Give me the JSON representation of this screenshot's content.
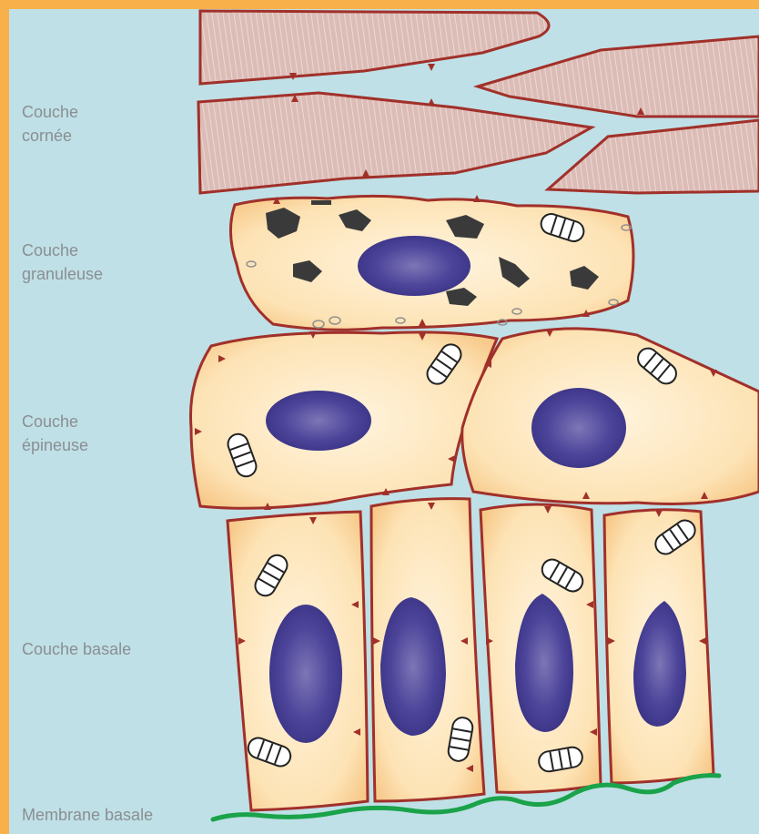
{
  "labels": {
    "corneum": [
      "Couche",
      "cornée"
    ],
    "granulosum": [
      "Couche",
      "granuleuse"
    ],
    "spinosum": [
      "Couche",
      "épineuse"
    ],
    "basale": "Couche basale",
    "membrane": "Membrane basale"
  },
  "colors": {
    "background": "#bfe0e6",
    "frame": "#f7b04a",
    "cell_fill": "#fde3b5",
    "cell_outline": "#a1302a",
    "corneocyte_fill": "#dcbcb6",
    "nucleus": "#433b8f",
    "granules": "#3a3a3a",
    "basement_membrane": "#1aa34a",
    "label_text": "#8a8f93"
  }
}
